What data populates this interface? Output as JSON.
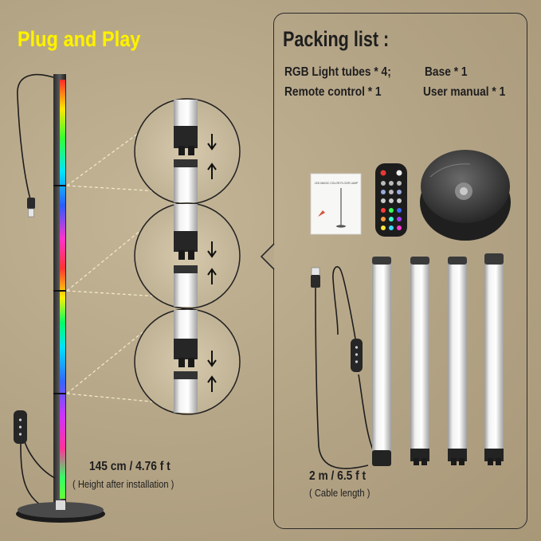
{
  "header": {
    "title": "Plug and Play"
  },
  "packing": {
    "title": "Packing list :",
    "items": [
      "RGB Light tubes  * 4;",
      "Base  * 1",
      "Remote control  * 1",
      "User manual  * 1"
    ]
  },
  "dimensions": {
    "height_label": "145 cm / 4.76 f t",
    "height_note": "( Height after installation )",
    "cable_label": "2 m / 6.5 f t",
    "cable_note": "( Cable length )"
  },
  "manual": {
    "text": "LED MAGIC COLOR FLOOR LAMP"
  },
  "colors": {
    "title_yellow": "#fff200",
    "panel_border": "#2b2b2b",
    "background": "#b8a98c"
  }
}
